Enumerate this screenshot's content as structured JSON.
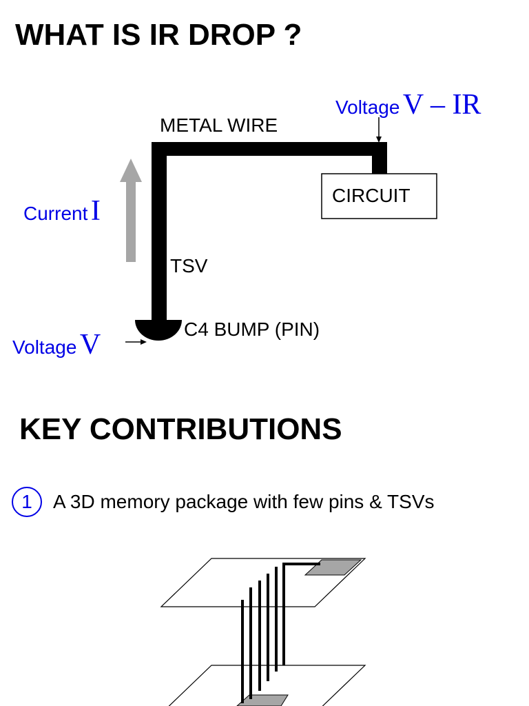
{
  "ir_drop": {
    "title": "WHAT  IS  IR DROP ?",
    "metal_wire_label": "METAL WIRE",
    "circuit_label": "CIRCUIT",
    "tsv_label": "TSV",
    "bump_label": "C4 BUMP (PIN)",
    "current_word": "Current",
    "current_symbol": "I",
    "voltage_word_top": "Voltage",
    "voltage_symbol_top": "V – IR",
    "voltage_word_bottom": "Voltage",
    "voltage_symbol_bottom": "V"
  },
  "contributions": {
    "title": "KEY CONTRIBUTIONS",
    "items": [
      {
        "number": "1",
        "text": "A 3D memory package with few pins & TSVs"
      }
    ]
  },
  "colors": {
    "accent_blue": "#0000e6",
    "arrow_gray": "#a6a6a6",
    "pad_gray": "#a6a6a6"
  }
}
